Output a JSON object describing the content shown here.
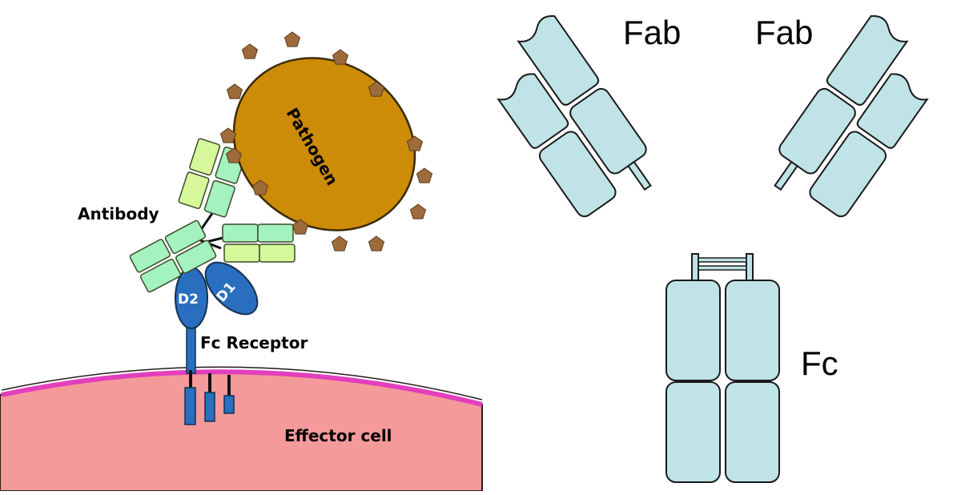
{
  "left_panel": {
    "labels": {
      "pathogen": "Pathogen",
      "antibody": "Antibody",
      "fc_receptor": "Fc Receptor",
      "effector_cell": "Effector cell",
      "d1": "D1",
      "d2": "D2"
    },
    "colors": {
      "pathogen_fill": "#cc8c08",
      "pathogen_stroke": "#3a2a00",
      "antigen_pentagon": "#9e6b3a",
      "light_chain": "#d6f79a",
      "heavy_chain": "#a4f2bd",
      "receptor_blue": "#2a6fbf",
      "cell_fill": "#f59a9a",
      "cell_membrane": "#e23fbd"
    }
  },
  "right_panel": {
    "labels": {
      "fab_left": "Fab",
      "fab_right": "Fab",
      "fc": "Fc"
    },
    "colors": {
      "domain_fill": "#bfe3e6",
      "domain_stroke": "#1a1a1a"
    }
  }
}
